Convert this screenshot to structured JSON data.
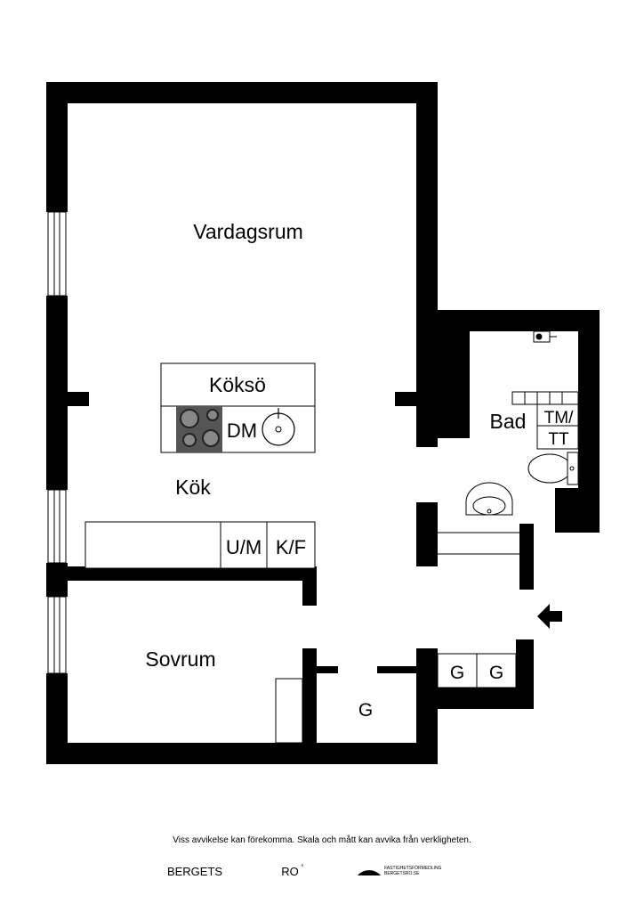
{
  "plan": {
    "rooms": {
      "vardagsrum": "Vardagsrum",
      "koksö": "Köksö",
      "kok": "Kök",
      "sovrum": "Sovrum",
      "bad": "Bad",
      "hall_closet": "G"
    },
    "fixtures": {
      "dishwasher": "DM",
      "fridge": "K/F",
      "oven": "U/M",
      "washer_line1": "TM/",
      "washer_line2": "TT",
      "wardrobe_1": "G",
      "wardrobe_2": "G"
    }
  },
  "footer": {
    "disclaimer": "Viss avvikelse kan förekomma. Skala och mått kan avvika från verkligheten.",
    "brand_left": "BERGETS",
    "brand_right": "RO",
    "brand_suffix": "˚",
    "agency_line1": "FASTIGHETSFÖRMEDLING",
    "agency_line2": "BERGETSRO.SE"
  },
  "colors": {
    "wall": "#000000",
    "hob": "#555555",
    "burner": "#888888",
    "background": "#ffffff"
  }
}
